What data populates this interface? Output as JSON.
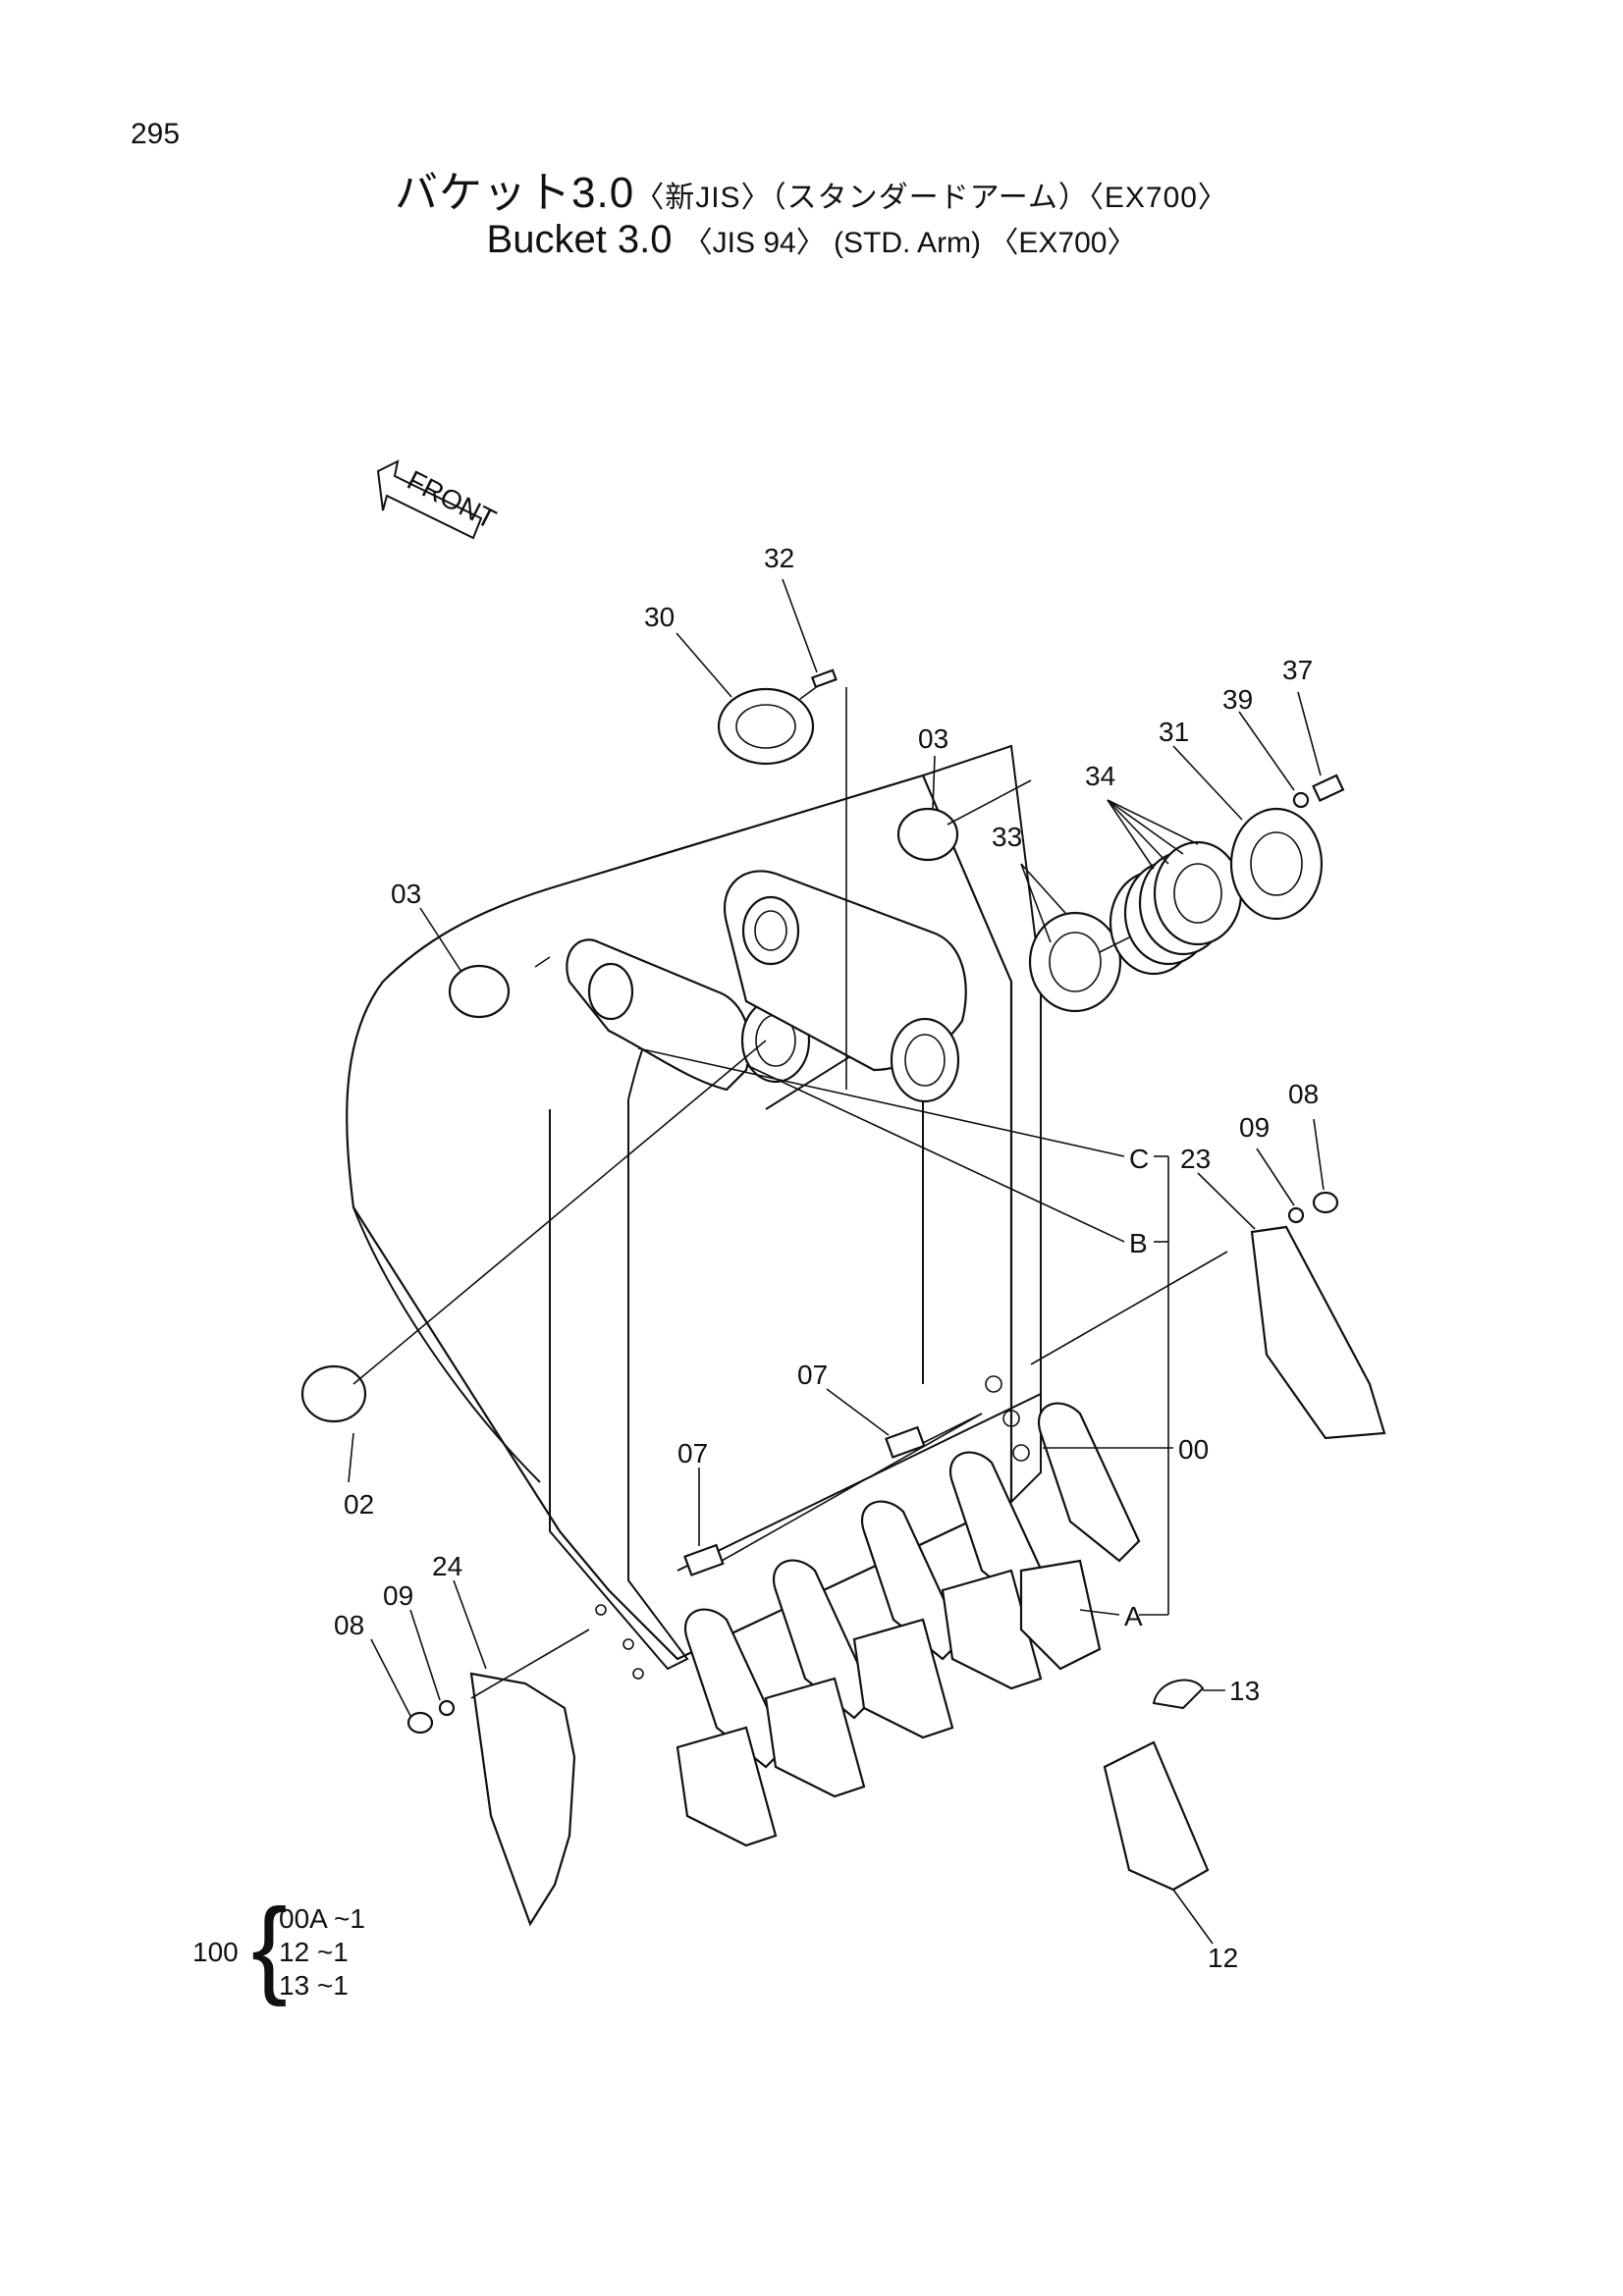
{
  "page_number": "295",
  "title": {
    "jp_main": "バケット3.0",
    "jp_suffix": "〈新JIS〉（スタンダードアーム）〈EX700〉",
    "en_main": "Bucket 3.0",
    "en_suffix": "〈JIS 94〉 (STD. Arm) 〈EX700〉"
  },
  "front_marker": "FRONT",
  "callouts": [
    {
      "id": "32",
      "text": "32"
    },
    {
      "id": "30",
      "text": "30"
    },
    {
      "id": "03a",
      "text": "03"
    },
    {
      "id": "37",
      "text": "37"
    },
    {
      "id": "39",
      "text": "39"
    },
    {
      "id": "31",
      "text": "31"
    },
    {
      "id": "34",
      "text": "34"
    },
    {
      "id": "33",
      "text": "33"
    },
    {
      "id": "03b",
      "text": "03"
    },
    {
      "id": "08a",
      "text": "08"
    },
    {
      "id": "09a",
      "text": "09"
    },
    {
      "id": "23",
      "text": "23"
    },
    {
      "id": "C",
      "text": "C"
    },
    {
      "id": "B",
      "text": "B"
    },
    {
      "id": "07a",
      "text": "07"
    },
    {
      "id": "00",
      "text": "00"
    },
    {
      "id": "07b",
      "text": "07"
    },
    {
      "id": "02",
      "text": "02"
    },
    {
      "id": "24",
      "text": "24"
    },
    {
      "id": "09b",
      "text": "09"
    },
    {
      "id": "08b",
      "text": "08"
    },
    {
      "id": "A",
      "text": "A"
    },
    {
      "id": "13",
      "text": "13"
    },
    {
      "id": "12",
      "text": "12"
    }
  ],
  "kit": {
    "code": "100",
    "items": [
      "00A ~1",
      "12   ~1",
      "13   ~1"
    ]
  }
}
